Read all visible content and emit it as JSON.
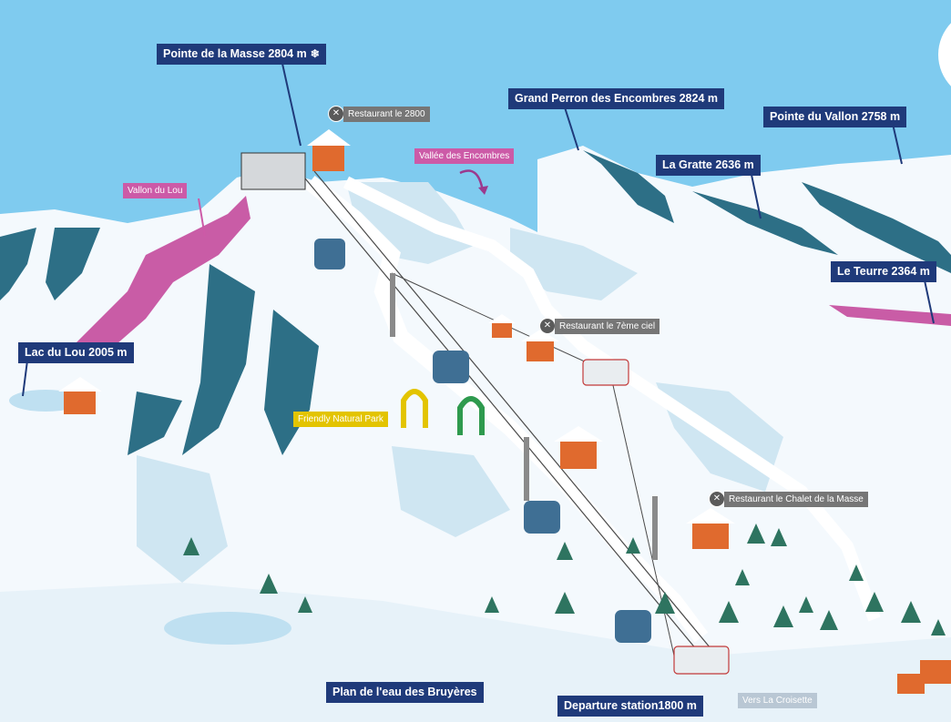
{
  "colors": {
    "sky": "#7fcbef",
    "snow": "#f4f9fd",
    "snow_shade": "#cfe6f2",
    "rock": "#2d6f86",
    "label_blue": "#1f3a7a",
    "label_grey": "#767676",
    "label_pink": "#cc5aa7",
    "label_yellow": "#e3c400",
    "pink_slope": "#c95ca6",
    "gondola": "#3f6f94",
    "chalet_roof": "#e06a2e",
    "tree": "#2e7460"
  },
  "peaks": {
    "pointe_masse": "Pointe de la Masse 2804 m",
    "grand_perron": "Grand Perron des Encombres 2824 m",
    "pointe_vallon": "Pointe du Vallon 2758 m",
    "la_gratte": "La Gratte 2636 m",
    "le_teurre": "Le Teurre 2364 m",
    "lac_du_lou": "Lac du Lou 2005 m",
    "plan_eau": "Plan de l'eau des Bruyères",
    "departure": "Departure station1800 m"
  },
  "icons": {
    "peak_view": "snowflake-icon",
    "restaurant": "fork-knife-icon"
  },
  "restaurants": {
    "r2800": "Restaurant le 2800",
    "r7eme": "Restaurant le 7ème ciel",
    "chalet": "Restaurant le Chalet de la Masse"
  },
  "areas": {
    "vallee": "Vallée des Encombres",
    "vallon_lou": "Vallon du Lou",
    "friendly": "Friendly Natural Park",
    "croisette": "Vers La Croisette"
  }
}
